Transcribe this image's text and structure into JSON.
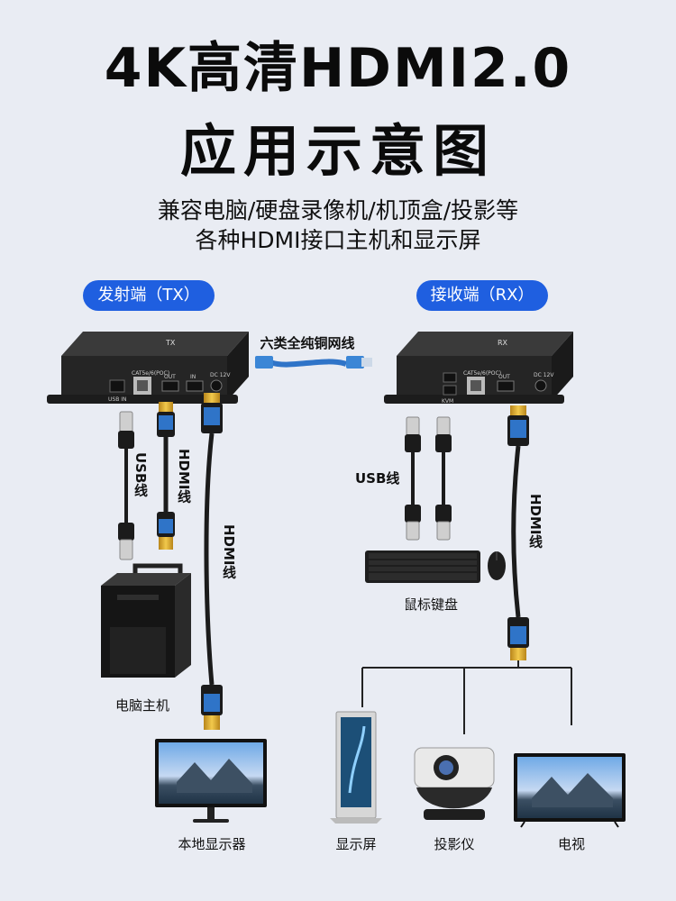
{
  "title": {
    "line1": "4K高清HDMI2.0",
    "line2": "应用示意图"
  },
  "subtitle": {
    "line1": "兼容电脑/硬盘录像机/机顶盒/投影等",
    "line2": "各种HDMI接口主机和显示屏"
  },
  "tx": {
    "badge": "发射端（TX）",
    "device_top_text": "TX",
    "port_labels": {
      "usb": "USB IN",
      "lan": "CAT5e/6(POC)",
      "hdmi_out": "OUT",
      "hdmi_in": "IN",
      "dc": "DC 12V"
    }
  },
  "rx": {
    "badge": "接收端（RX）",
    "device_top_text": "RX",
    "port_labels": {
      "kvm": "KVM",
      "lan": "CAT5e/6(POC)",
      "hdmi_out": "OUT",
      "dc": "DC 12V"
    }
  },
  "network_cable_label": "六类全纯铜网线",
  "tx_cables": {
    "usb_label": "USB线",
    "hdmi_short_label": "HDMI线",
    "hdmi_long_label": "HDMI线"
  },
  "rx_cables": {
    "usb_label": "USB线",
    "hdmi_label": "HDMI线"
  },
  "devices": {
    "pc": "电脑主机",
    "local_monitor": "本地显示器",
    "keyboard_mouse": "鼠标键盘",
    "display_screen": "显示屏",
    "projector": "投影仪",
    "tv": "电视"
  },
  "colors": {
    "accent": "#1f5fe0",
    "cable_blue": "#2f74c8",
    "gold": "#d9a626",
    "device_body": "#2a2a2a"
  }
}
